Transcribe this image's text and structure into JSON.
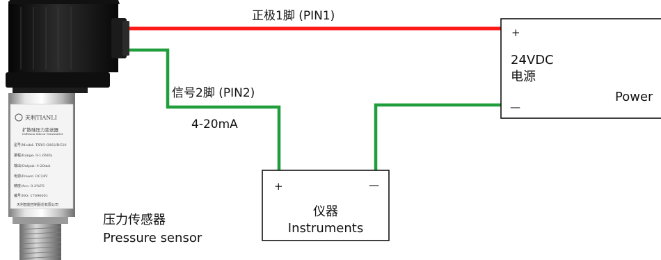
{
  "wires": {
    "positive_label": "正极1脚 (PIN1)",
    "signal_label": "信号2脚 (PIN2)",
    "signal_range": "4-20mA"
  },
  "power_supply": {
    "plus": "+",
    "minus": "—",
    "voltage": "24VDC",
    "name_cn": "电源",
    "name_en": "Power"
  },
  "instrument": {
    "plus": "+",
    "minus": "—",
    "name_cn": "仪器",
    "name_en": "Instruments"
  },
  "sensor": {
    "name_cn": "压力传感器",
    "name_en": "Pressure sensor",
    "plate": {
      "brand": "天利TIANLI",
      "type_cn": "扩散硅压力变送器",
      "type_en": "Diffusion Silicon Transmitter",
      "model": "型号/Model: TXYS-G002/BC20",
      "range": "量程/Range: 0-1.6MPa",
      "output": "输出/Output: 4-20mA",
      "power": "电源/Power: DC24V",
      "accuracy": "精度/Acc: 0.2%FS",
      "number": "编号/NO: 17090001",
      "maker": "天利智能控制股份有限公司"
    }
  },
  "colors": {
    "positive_wire": "#ff1a1a",
    "signal_wire": "#1f9e3b",
    "box_border": "#111111"
  }
}
